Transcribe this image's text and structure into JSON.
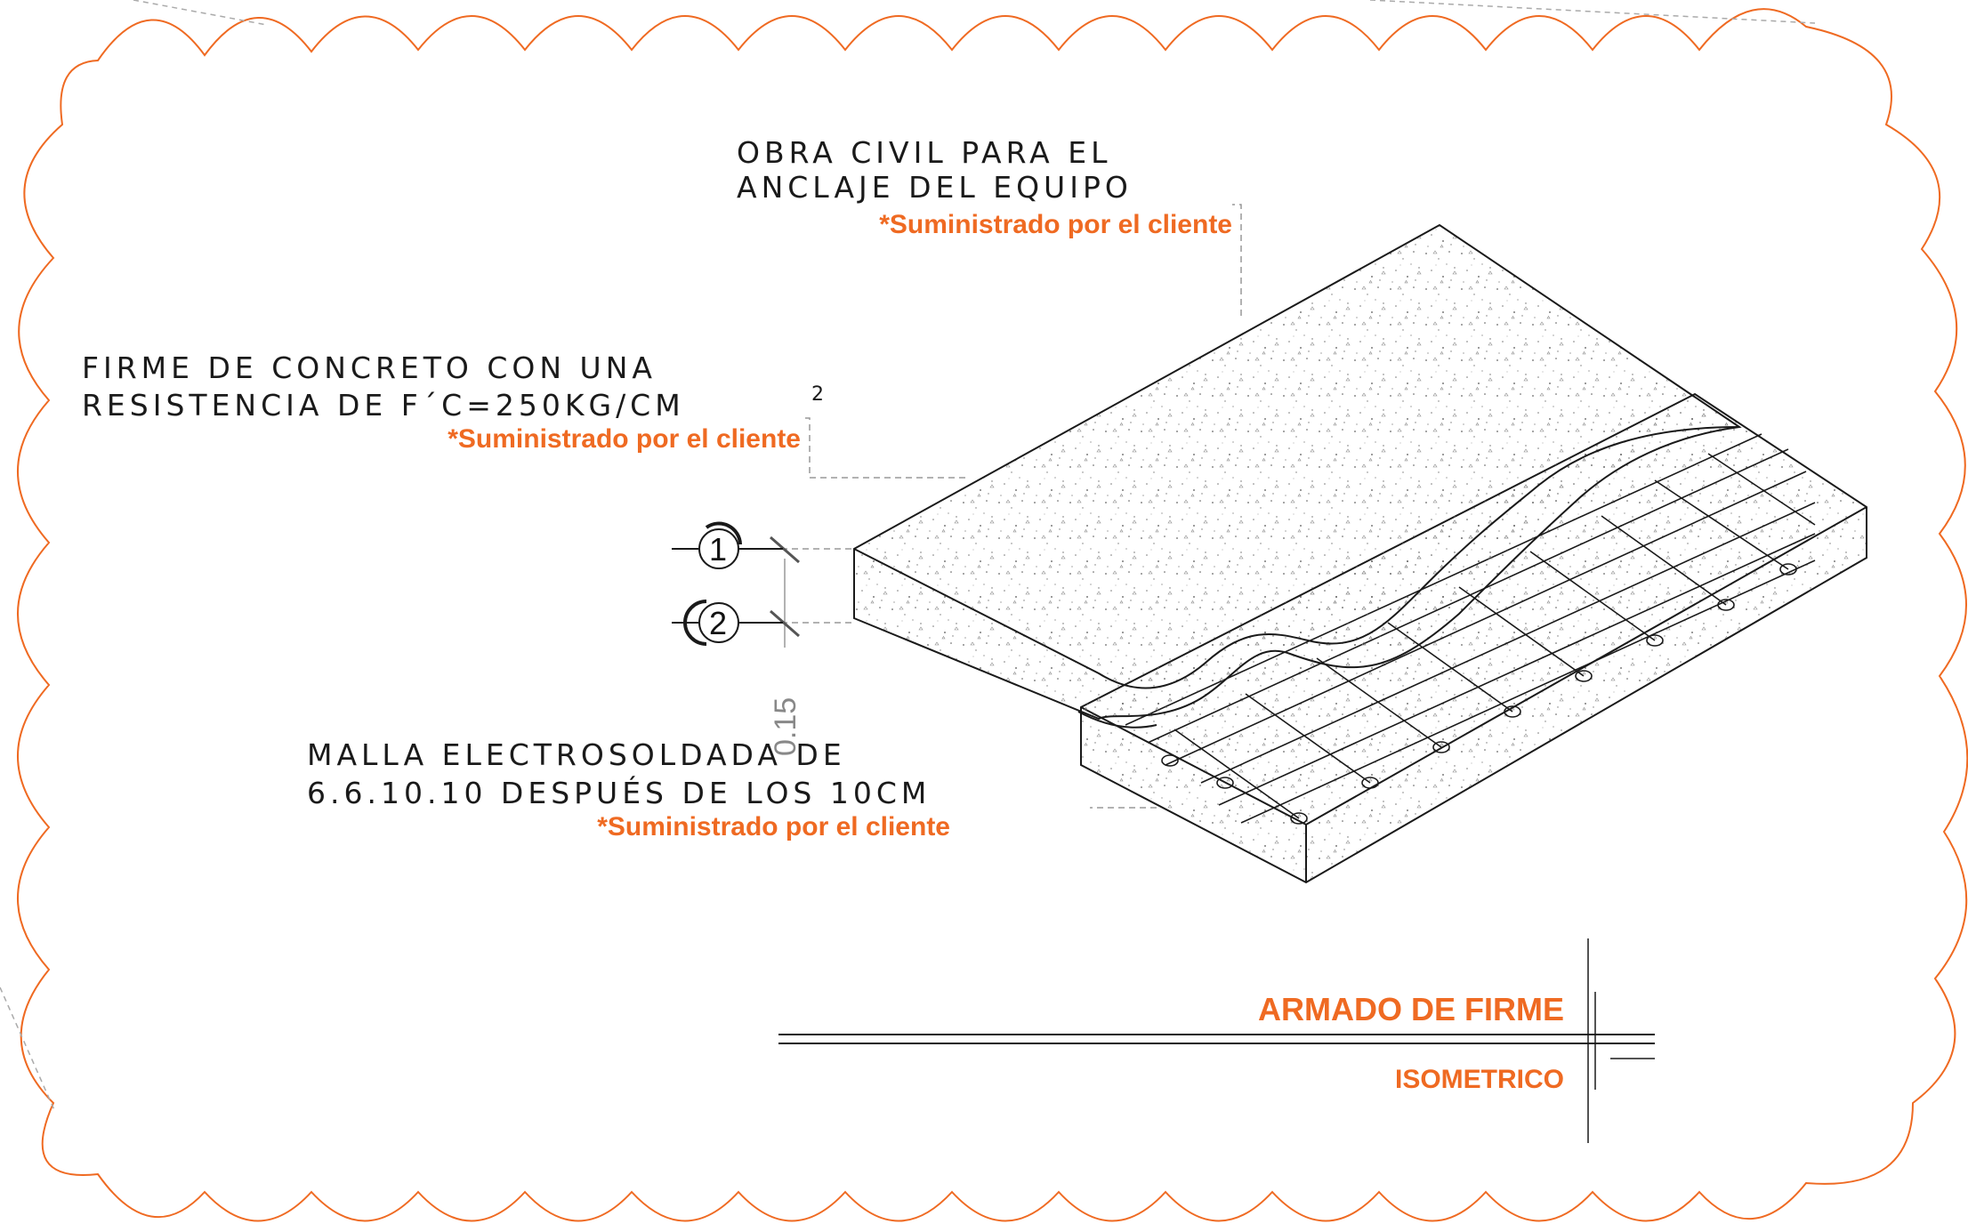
{
  "labels": {
    "obra_line1": "OBRA CIVIL PARA EL",
    "obra_line2": "ANCLAJE DEL EQUIPO",
    "obra_note": "*Suministrado por el cliente",
    "firme_line1": "FIRME DE CONCRETO CON UNA",
    "firme_line2": "RESISTENCIA DE F´C=250KG/CM",
    "firme_sup": "2",
    "firme_note": "*Suministrado por el cliente",
    "malla_line1": "MALLA ELECTROSOLDADA DE",
    "malla_line2": "6.6.10.10 DESPUÉS DE LOS 10CM",
    "malla_note": "*Suministrado por el cliente"
  },
  "markers": {
    "marker1": "1",
    "marker2": "2"
  },
  "dimension": {
    "thickness": "0.15"
  },
  "title_block": {
    "title": "ARMADO DE FIRME",
    "subtitle": "ISOMETRICO"
  },
  "colors": {
    "accent": "#ef6a22",
    "line": "#1a1a1a",
    "leader": "#999999"
  }
}
